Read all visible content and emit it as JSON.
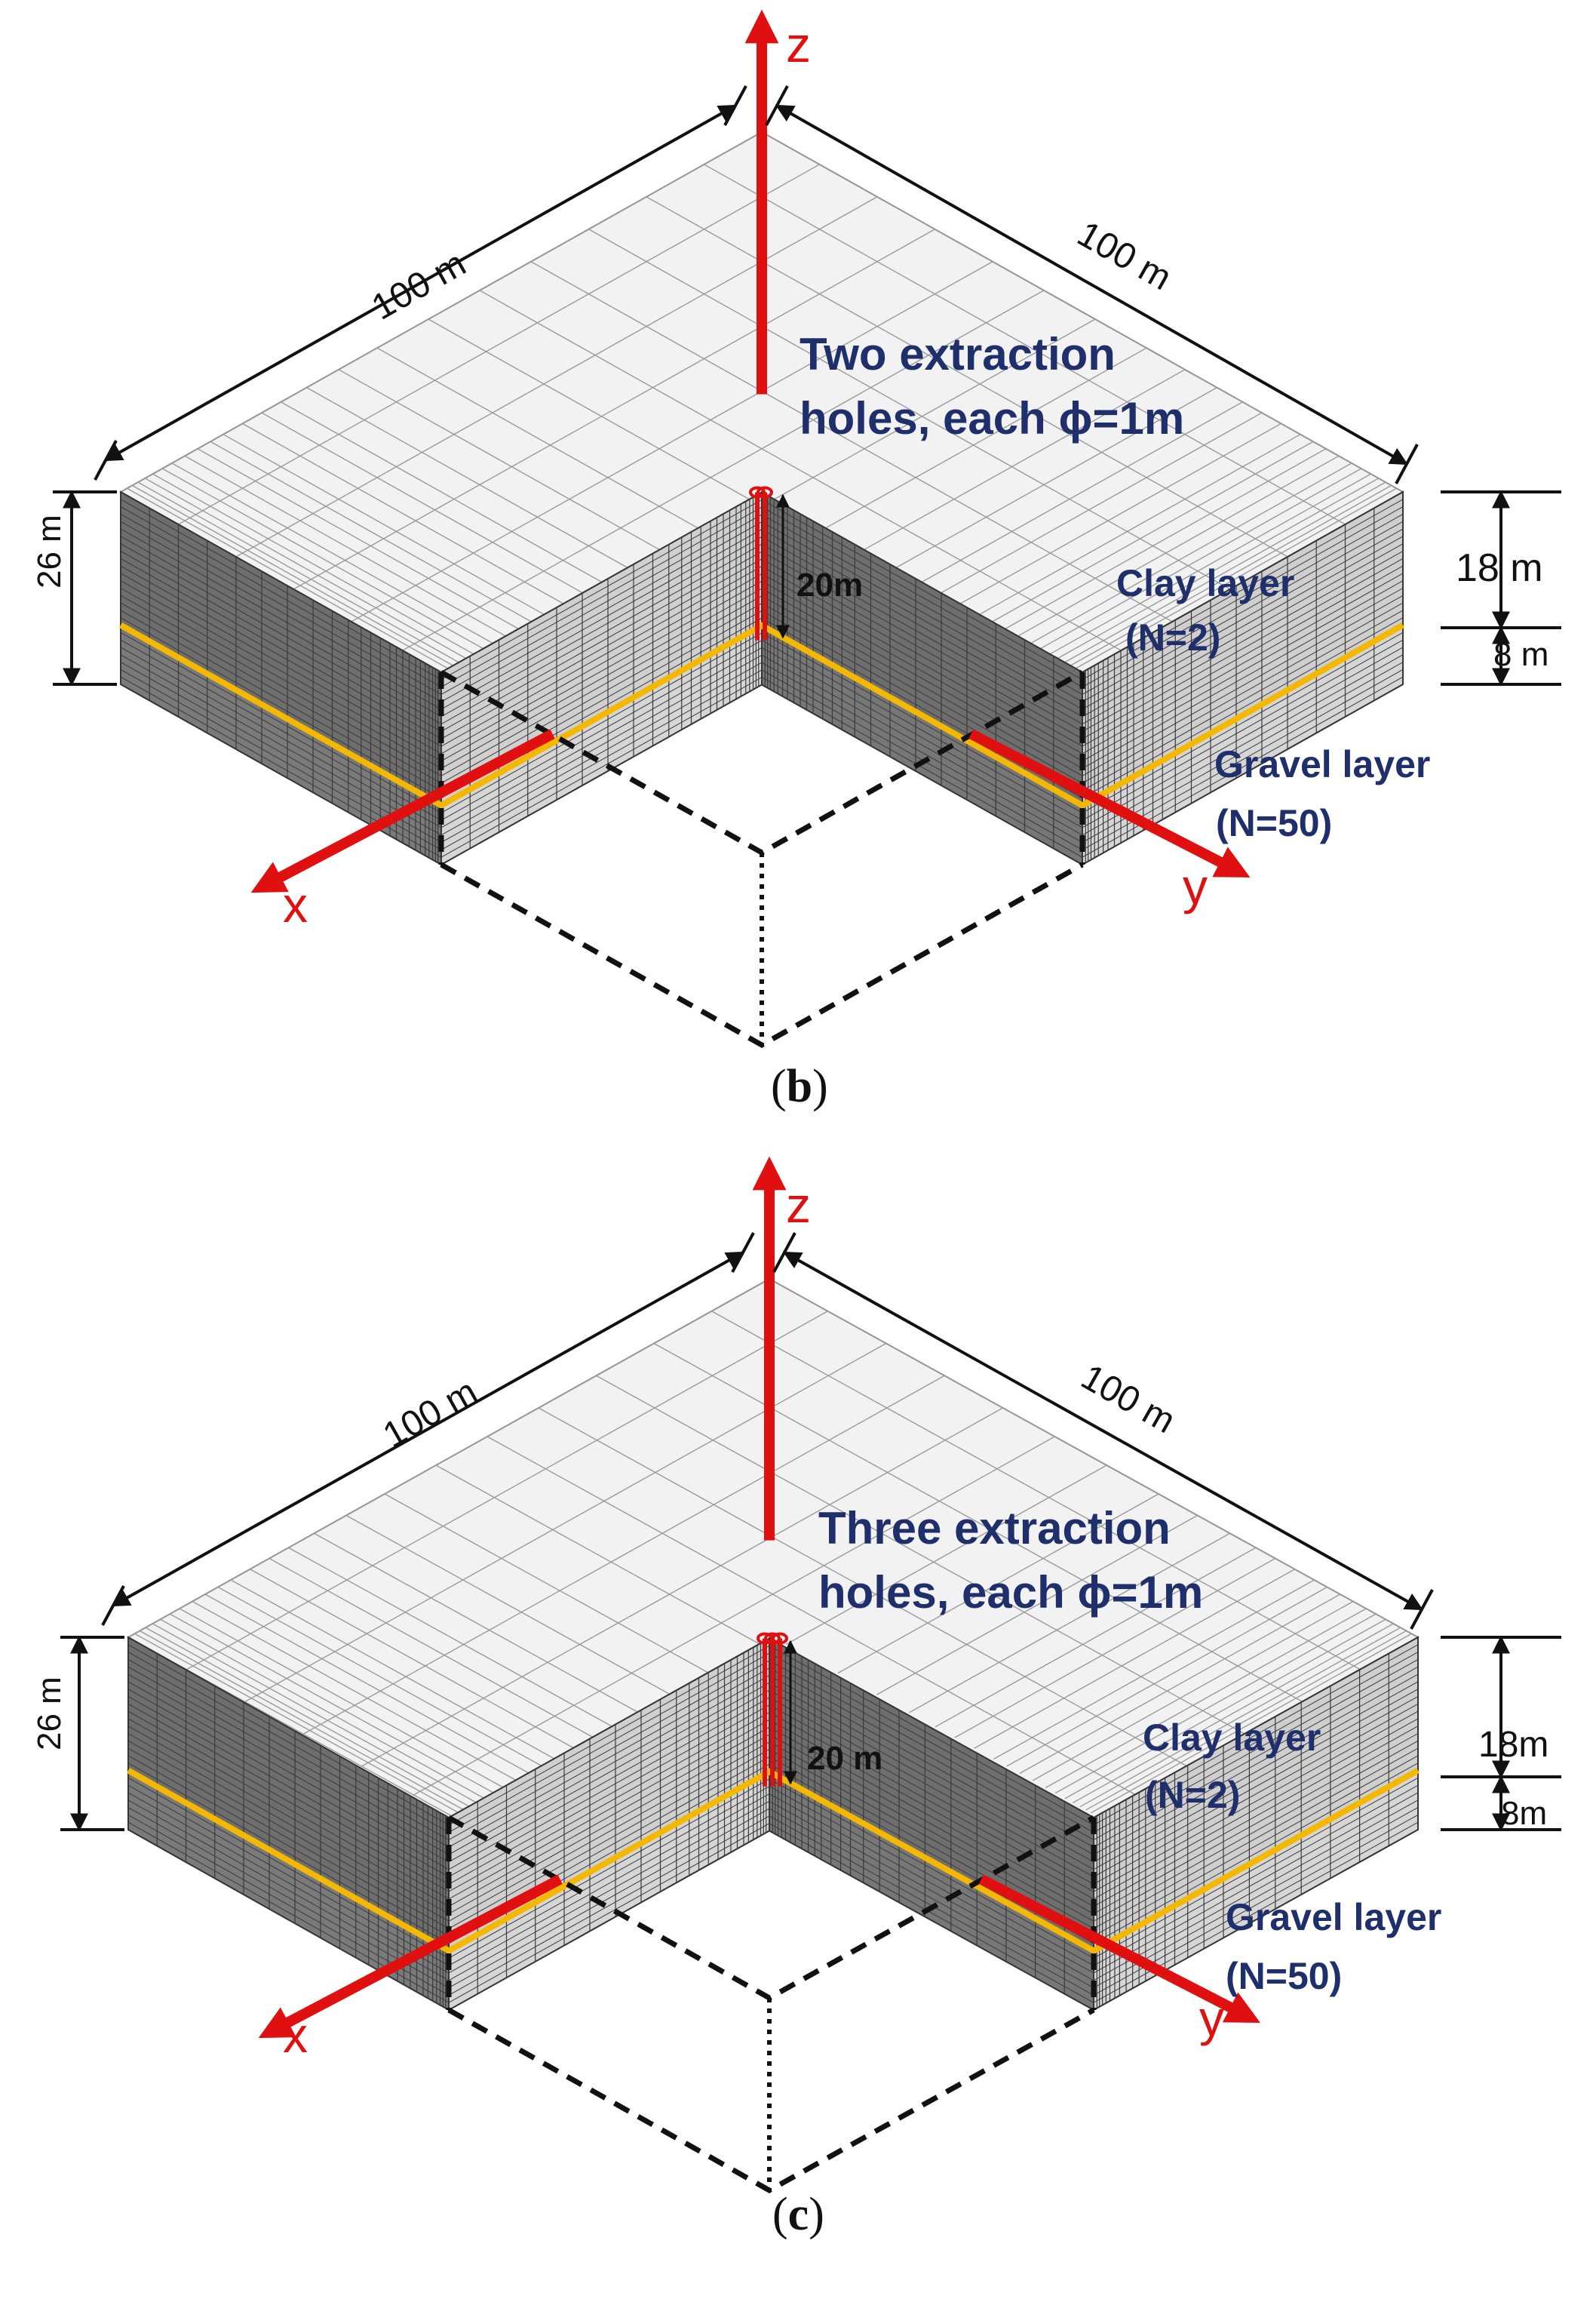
{
  "colors": {
    "axis": "#e01010",
    "clay_boundary": "#f5b800",
    "mesh_top": "#f2f2f2",
    "mesh_side_dark": "#6e6e6e",
    "mesh_side_light": "#cfcfcf",
    "label_blue": "#1f2f6b"
  },
  "panels": [
    {
      "id": "b",
      "caption_prefix": "(",
      "caption_letter": "b",
      "caption_suffix": ")",
      "axes": {
        "x": "x",
        "y": "y",
        "z": "z"
      },
      "dim_left": "100 m",
      "dim_right": "100 m",
      "dim_height": "26 m",
      "dim_clay": "18 m",
      "dim_gravel": "8 m",
      "hole_depth": "20m",
      "holes_line1": "Two extraction",
      "holes_line2": "holes, each ϕ=1m",
      "hole_count": 2,
      "clay_pre": "Clay layer",
      "clay_n": "(N=2)",
      "gravel_pre": "Gravel layer",
      "gravel_n": "(N=50)"
    },
    {
      "id": "c",
      "caption_prefix": "(",
      "caption_letter": "c",
      "caption_suffix": ")",
      "axes": {
        "x": "x",
        "y": "y",
        "z": "z"
      },
      "dim_left": "100 m",
      "dim_right": "100 m",
      "dim_height": "26 m",
      "dim_clay": "18m",
      "dim_gravel": "8m",
      "hole_depth": "20 m",
      "holes_line1": "Three extraction",
      "holes_line2": "holes, each ϕ=1m",
      "hole_count": 3,
      "clay_pre": "Clay layer",
      "clay_n": "(N=2)",
      "gravel_pre": "Gravel layer",
      "gravel_n": "(N=50)"
    }
  ]
}
